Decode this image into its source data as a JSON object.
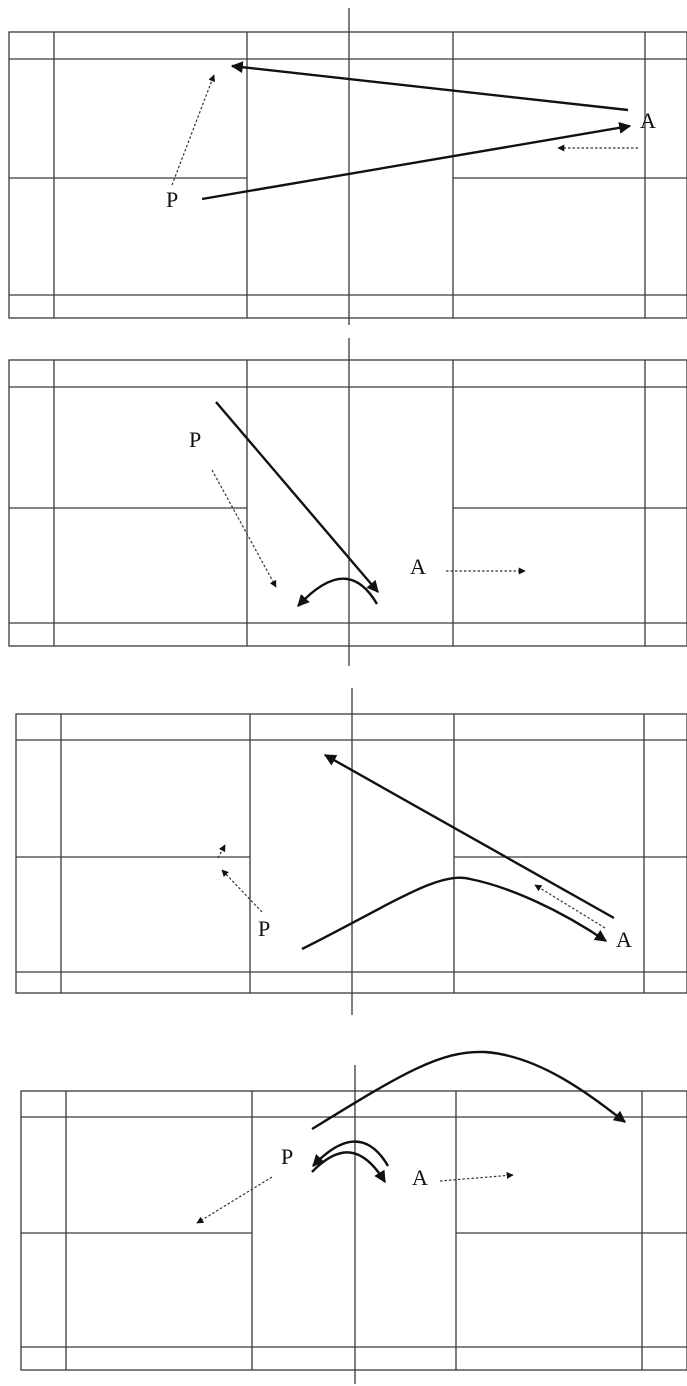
{
  "colors": {
    "background": "#ffffff",
    "court_lines": "#3a3a3a",
    "shot": "#111111",
    "movement": "#333333"
  },
  "diagrams": [
    {
      "labels": {
        "player": "P",
        "opponent": "A"
      }
    },
    {
      "labels": {
        "player": "P",
        "opponent": "A"
      }
    },
    {
      "labels": {
        "player": "P",
        "opponent": "A"
      }
    },
    {
      "labels": {
        "player": "P",
        "opponent": "A"
      }
    }
  ]
}
